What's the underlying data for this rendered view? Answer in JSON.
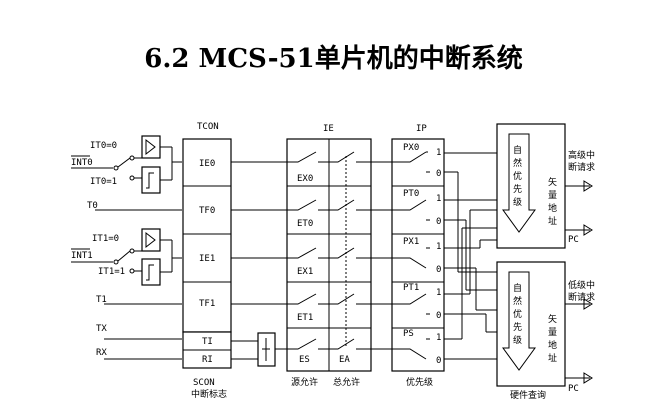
{
  "title": "6.2  MCS-51单片机的中断系统",
  "headers": {
    "tcon": "TCON",
    "ie": "IE",
    "ip": "IP"
  },
  "inputs": {
    "it0_0": "IT0=0",
    "it0_1": "IT0=1",
    "int0": "INT0",
    "t0": "T0",
    "it1_0": "IT1=0",
    "it1_1": "IT1=1",
    "int1": "INT1",
    "t1": "T1",
    "tx": "TX",
    "rx": "RX"
  },
  "tcon_flags": [
    "IE0",
    "TF0",
    "IE1",
    "TF1"
  ],
  "scon_flags": [
    "TI",
    "RI"
  ],
  "scon_label": [
    "SCON",
    "中断标志"
  ],
  "ie_switches": [
    "EX0",
    "ET0",
    "EX1",
    "ET1",
    "ES"
  ],
  "ie_global": "EA",
  "ie_footer": {
    "source": "源允许",
    "global": "总允许"
  },
  "ip_switches": [
    "PX0",
    "PT0",
    "PX1",
    "PT1",
    "PS"
  ],
  "ip_footer": "优先级",
  "queue_text": [
    "自",
    "然",
    "优",
    "先",
    "级"
  ],
  "vector_text": [
    "矢",
    "量",
    "地",
    "址"
  ],
  "high_req": [
    "高级中",
    "断请求"
  ],
  "low_req": [
    "低级中",
    "断请求"
  ],
  "pc": "PC",
  "hw_query": "硬件查询"
}
